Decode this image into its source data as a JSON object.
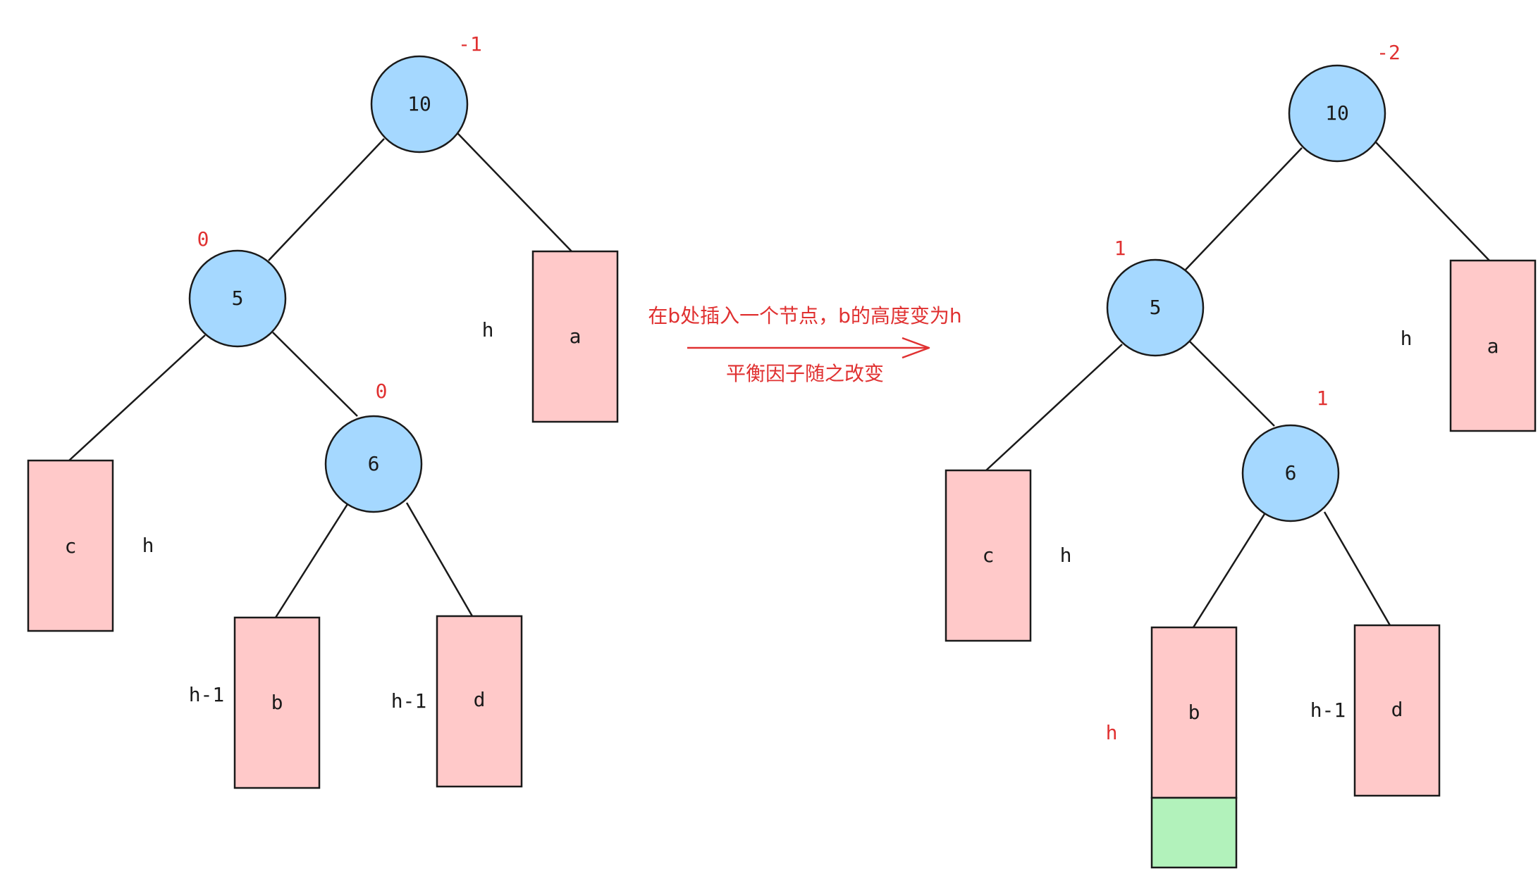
{
  "colors": {
    "node_fill": "#a5d8ff",
    "subtree_fill": "#ffc9c9",
    "inserted_fill": "#b2f2bb",
    "stroke": "#1a1a1a",
    "annotation": "#e03131"
  },
  "before": {
    "root": {
      "value": "10",
      "bf": "-1"
    },
    "left": {
      "value": "5",
      "bf": "0"
    },
    "lr": {
      "value": "6",
      "bf": "0"
    },
    "sub_a": {
      "label": "a",
      "height": "h"
    },
    "sub_c": {
      "label": "c",
      "height": "h"
    },
    "sub_b": {
      "label": "b",
      "height": "h-1"
    },
    "sub_d": {
      "label": "d",
      "height": "h-1"
    }
  },
  "transition": {
    "caption_top": "在b处插入一个节点，b的高度变为h",
    "caption_bottom": "平衡因子随之改变"
  },
  "after": {
    "root": {
      "value": "10",
      "bf": "-2"
    },
    "left": {
      "value": "5",
      "bf": "1"
    },
    "lr": {
      "value": "6",
      "bf": "1"
    },
    "sub_a": {
      "label": "a",
      "height": "h"
    },
    "sub_c": {
      "label": "c",
      "height": "h"
    },
    "sub_b": {
      "label": "b",
      "height": "h"
    },
    "sub_d": {
      "label": "d",
      "height": "h-1"
    }
  }
}
